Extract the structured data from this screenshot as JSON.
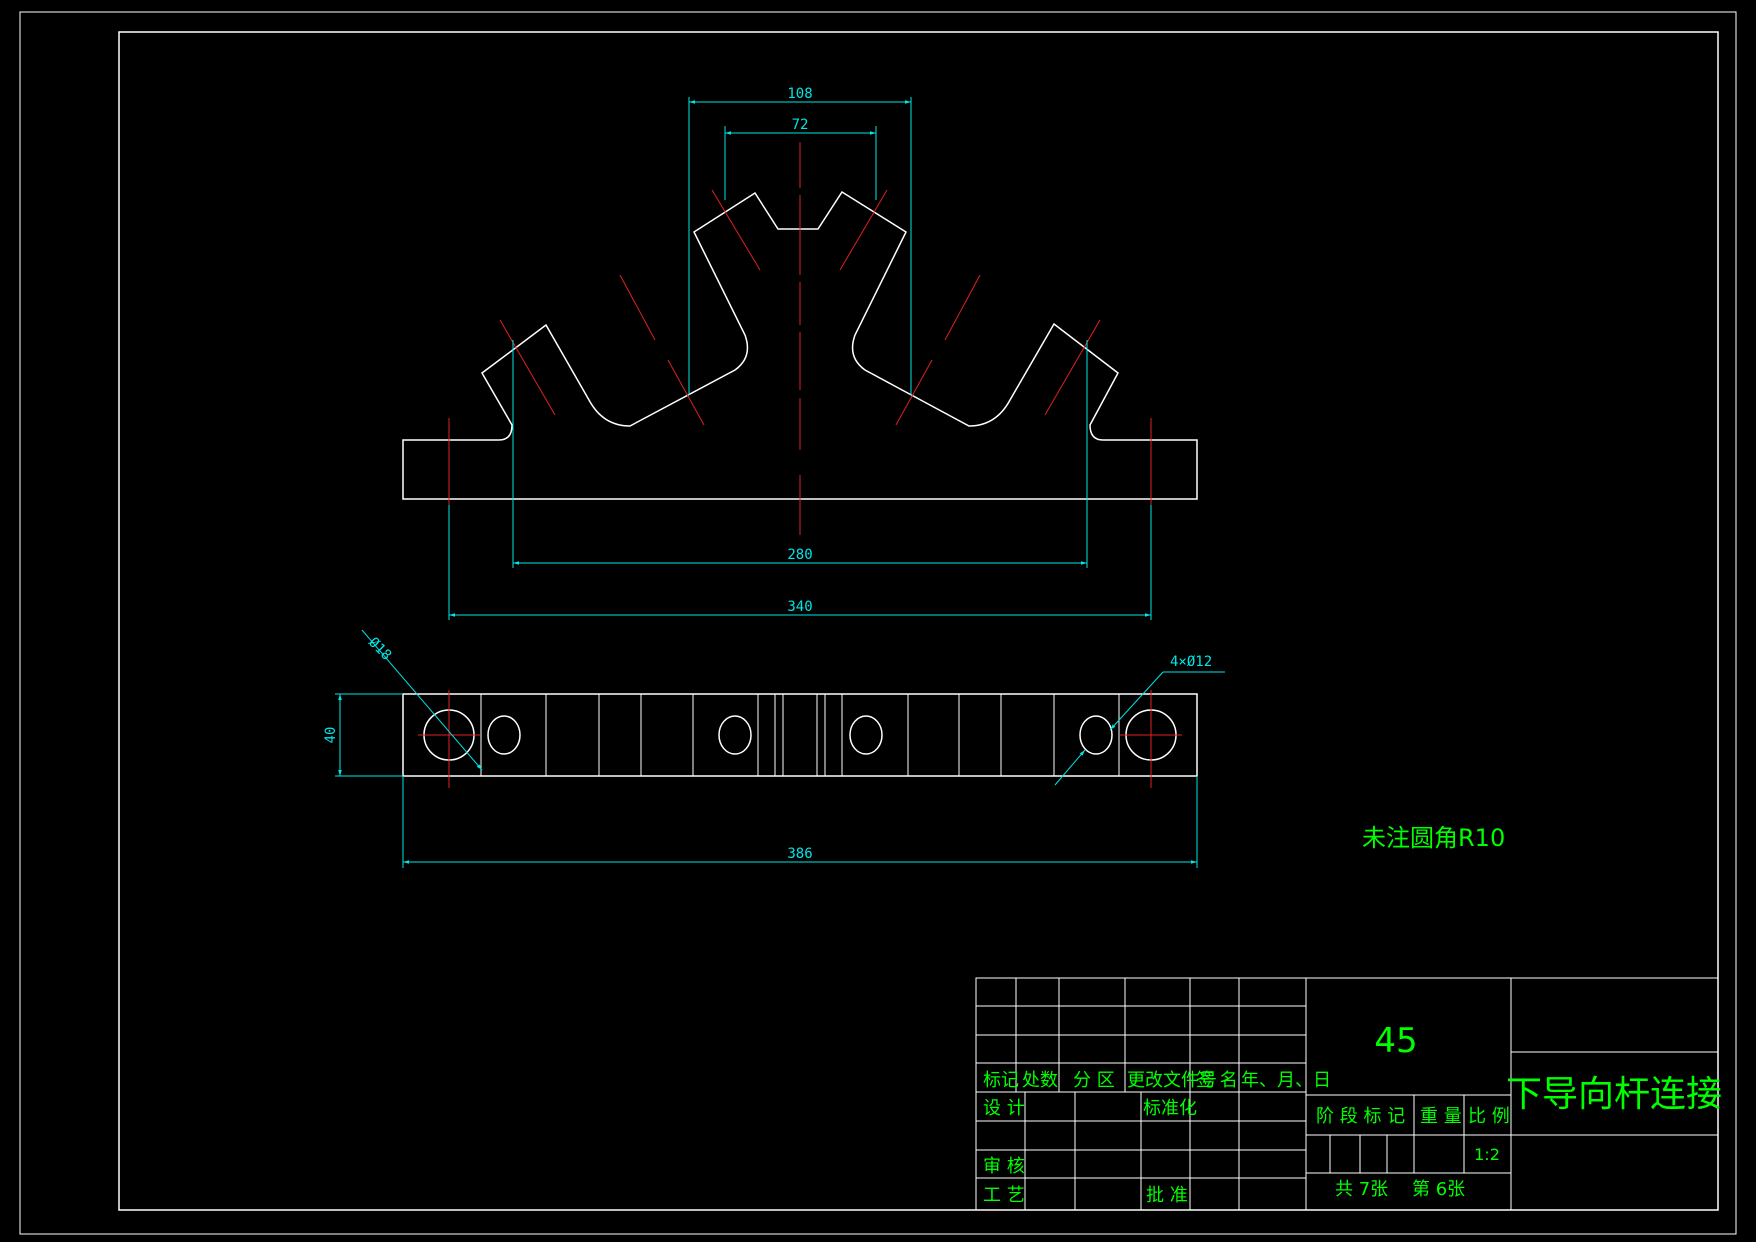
{
  "colors": {
    "background": "#000000",
    "outline": "#ffffff",
    "dimension": "#00e5e5",
    "centerline": "#e02020",
    "annotation": "#00ff00"
  },
  "dimensions": {
    "d108": "108",
    "d72": "72",
    "d280": "280",
    "d340": "340",
    "d18": "Ø18",
    "d40": "40",
    "d386": "386",
    "d12": "4×Ø12"
  },
  "note": "未注圆角R10",
  "title_block": {
    "material": "45",
    "part_name": "下导向杆连接",
    "scale_value": "1:2",
    "sheets": {
      "total": "共 7张",
      "current": "第 6张"
    },
    "labels": {
      "mark": "标记",
      "count": "处数",
      "zone": "分 区",
      "change_doc": "更改文件号",
      "signature": "签 名",
      "date": "年、月、日",
      "design": "设 计",
      "standardize": "标准化",
      "review": "审 核",
      "process": "工 艺",
      "approve": "批 准",
      "stage_mark": "阶 段 标 记",
      "weight": "重 量",
      "scale": "比 例"
    }
  }
}
